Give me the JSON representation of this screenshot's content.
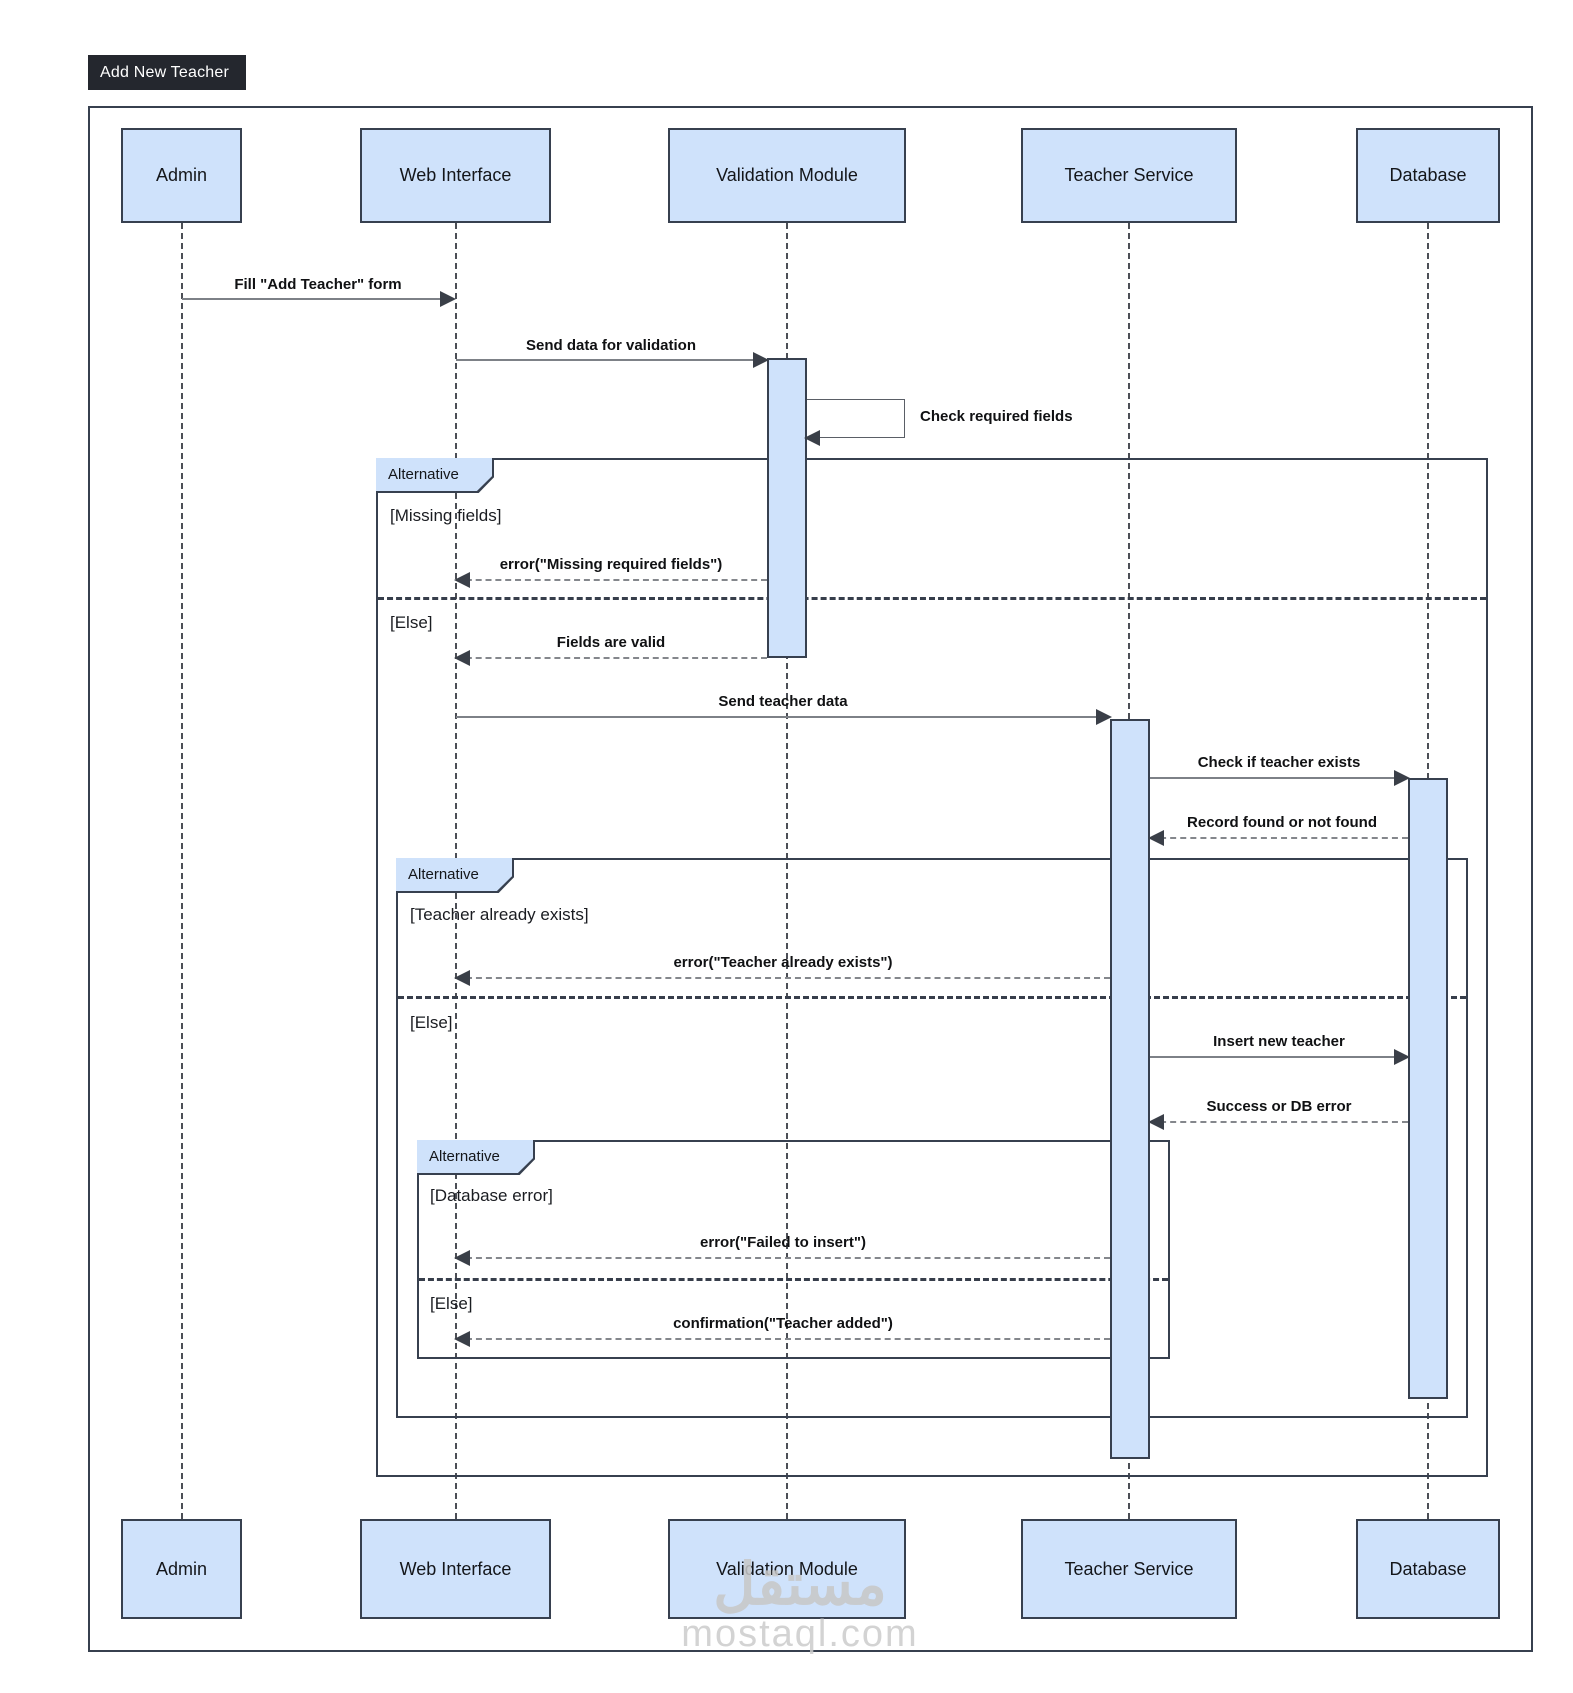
{
  "title": "Add New Teacher",
  "participants": [
    {
      "name": "Admin"
    },
    {
      "name": "Web Interface"
    },
    {
      "name": "Validation Module"
    },
    {
      "name": "Teacher Service"
    },
    {
      "name": "Database"
    }
  ],
  "messages": {
    "fill_form": "Fill \"Add Teacher\" form",
    "send_validation": "Send data for validation",
    "check_fields": "Check required fields",
    "error_missing": "error(\"Missing required fields\")",
    "fields_valid": "Fields are valid",
    "send_teacher": "Send teacher data",
    "check_exists": "Check if teacher exists",
    "record_found": "Record found or not found",
    "error_exists": "error(\"Teacher already exists\")",
    "insert_new": "Insert new teacher",
    "success_db": "Success or DB error",
    "error_insert": "error(\"Failed to insert\")",
    "confirmation": "confirmation(\"Teacher added\")"
  },
  "fragments": {
    "alt1": {
      "label": "Alternative",
      "guard1": "[Missing fields]",
      "guard2": "[Else]"
    },
    "alt2": {
      "label": "Alternative",
      "guard1": "[Teacher already exists]",
      "guard2": "[Else]"
    },
    "alt3": {
      "label": "Alternative",
      "guard1": "[Database error]",
      "guard2": "[Else]"
    }
  },
  "watermark": {
    "arabic": "مستقل",
    "domain": "mostaql.com"
  },
  "colors": {
    "participant_fill": "#cfe2fb",
    "border_dark": "#37404f",
    "title_bg": "#24272e",
    "watermark_gray": "#c7c7c7"
  }
}
